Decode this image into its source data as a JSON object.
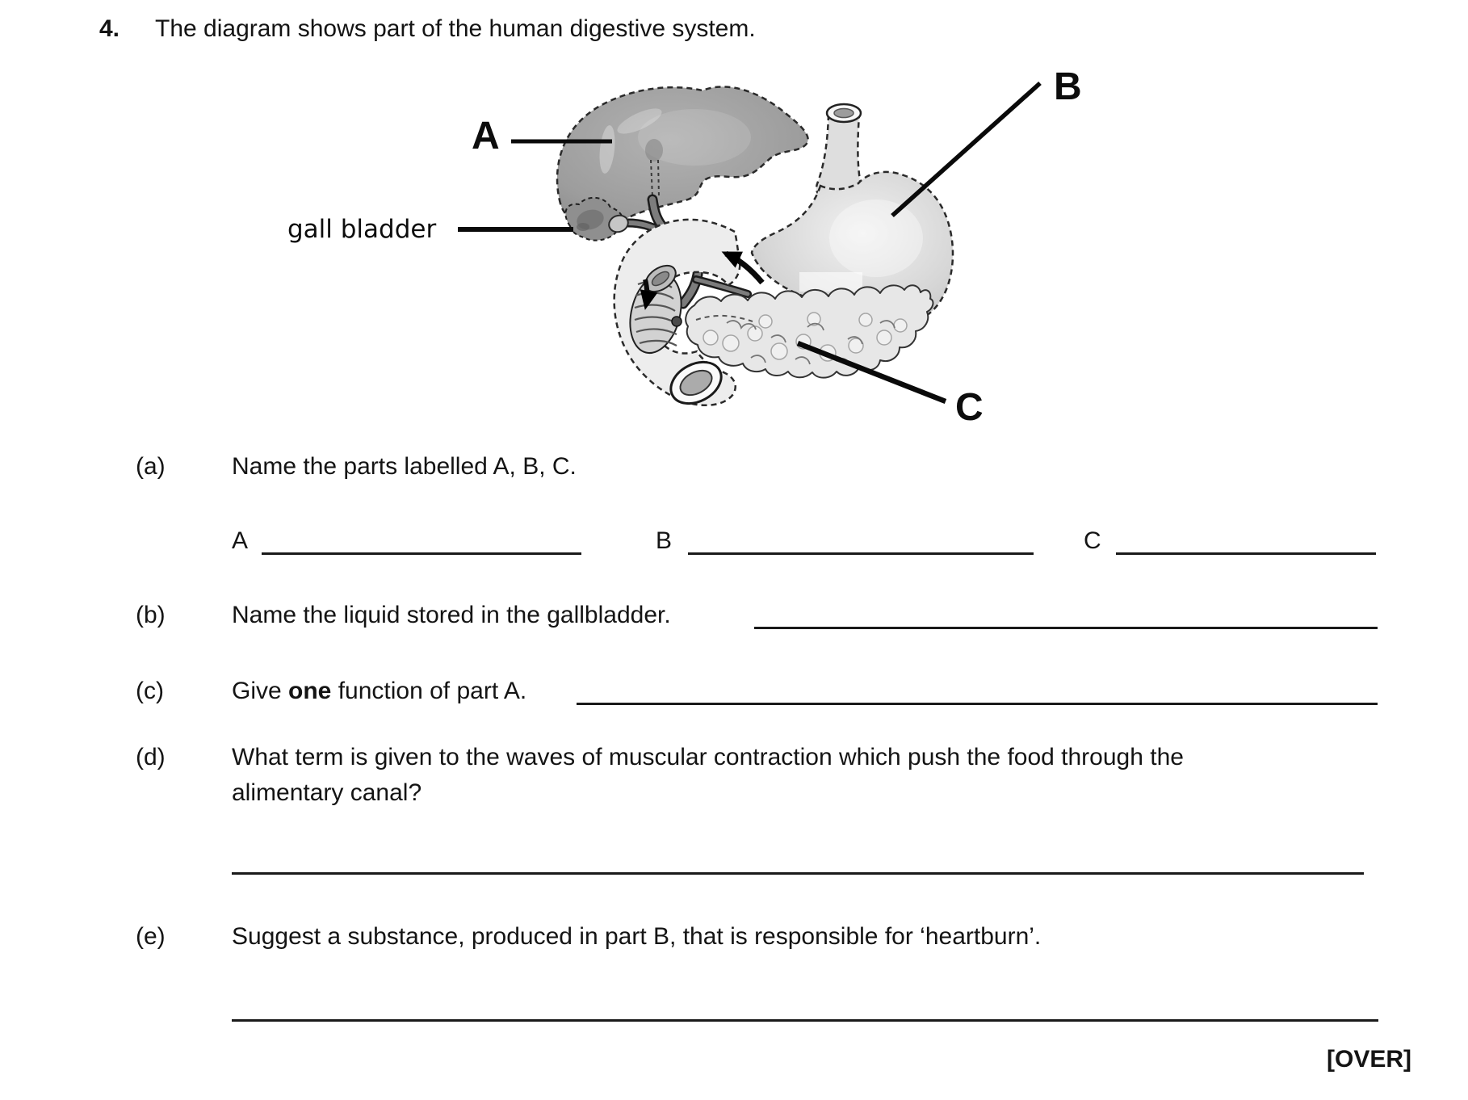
{
  "header": {
    "number": "4.",
    "title": "The diagram shows part of the human digestive system."
  },
  "diagram": {
    "label_a": "A",
    "label_b": "B",
    "label_c": "C",
    "gall_bladder_label": "gall bladder",
    "palette": {
      "liver": "#9d9d9d",
      "stomach": "#d6d6d6",
      "gall_bladder": "#8f8f8f",
      "duodenum": "#ededed",
      "pancreas": "#e7e7e7",
      "line": "#0a0a0a"
    }
  },
  "questions": {
    "a": {
      "label": "(a)",
      "text": "Name the parts labelled A, B, C."
    },
    "answer_letters": {
      "a": "A",
      "b": "B",
      "c": "C"
    },
    "b": {
      "label": "(b)",
      "text": "Name the liquid stored in the gallbladder."
    },
    "c": {
      "label": "(c)",
      "text_prefix": "Give ",
      "text_bold": "one",
      "text_suffix": " function of part A."
    },
    "d": {
      "label": "(d)",
      "line1": "What term is given to the waves of muscular contraction which push the food through the",
      "line2": "alimentary canal?"
    },
    "e": {
      "label": "(e)",
      "text": "Suggest a substance, produced in part B, that is responsible for ‘heartburn’."
    }
  },
  "footer": {
    "over": "[OVER]"
  }
}
